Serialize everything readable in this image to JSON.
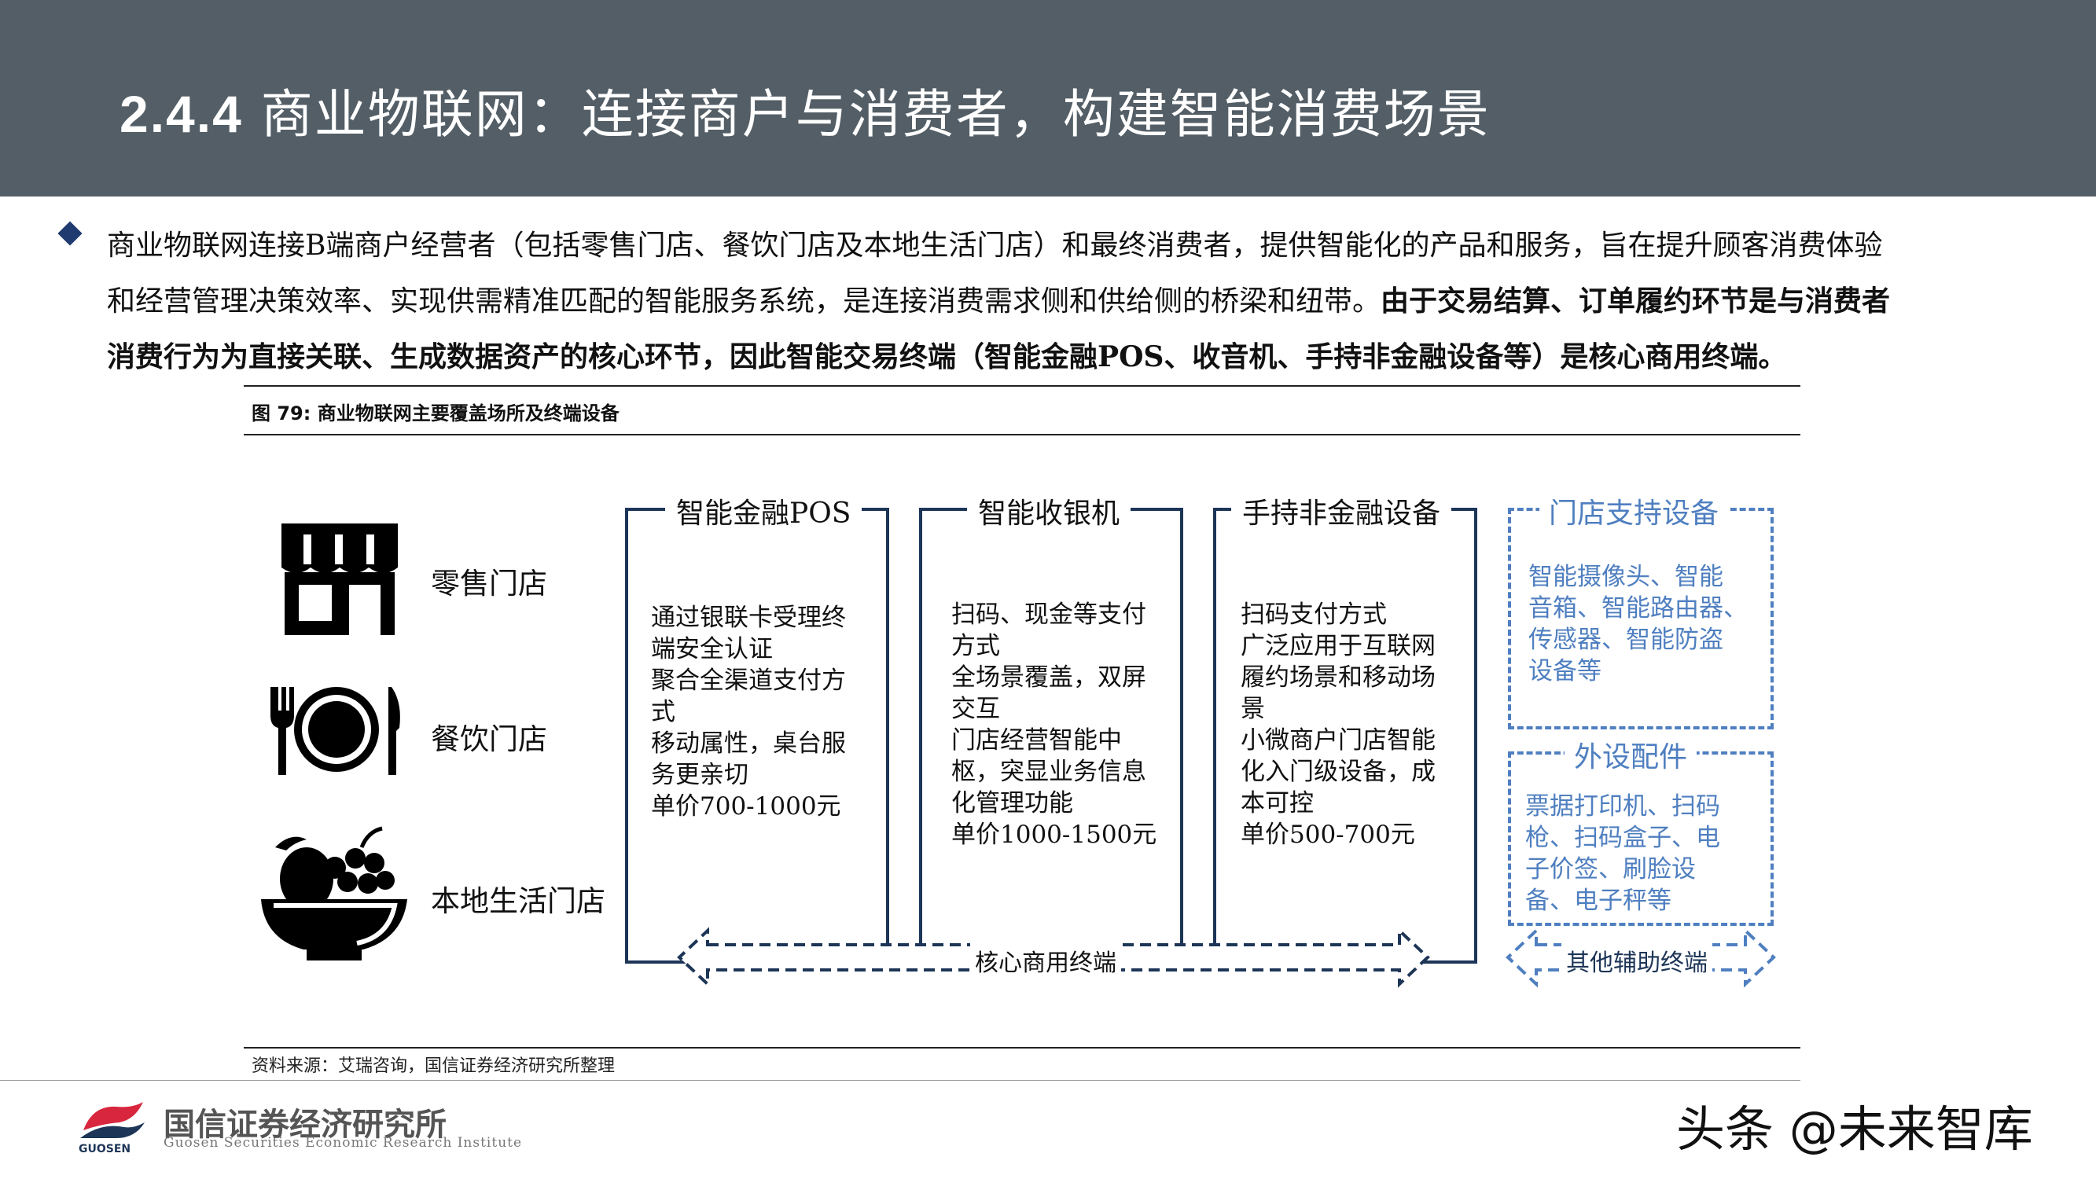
{
  "header": {
    "number": "2.4.4",
    "title": "商业物联网：连接商户与消费者，构建智能消费场景"
  },
  "intro": {
    "line1": "商业物联网连接B端商户经营者（包括零售门店、餐饮门店及本地生活门店）和最终消费者，提供智能化的产品和服务，旨在提升顾客消费体验",
    "line2_normal": "和经营管理决策效率、实现供需精准匹配的智能服务系统，是连接消费需求侧和供给侧的桥梁和纽带。",
    "line2_bold": "由于交易结算、订单履约环节是与消费者",
    "line3_bold": "消费行为为直接关联、生成数据资产的核心环节，因此智能交易终端（智能金融POS、收音机、手持非金融设备等）是核心商用终端。"
  },
  "figure": {
    "caption": "图 79:  商业物联网主要覆盖场所及终端设备",
    "categories": [
      {
        "label": "零售门店",
        "icon": "storefront-icon"
      },
      {
        "label": "餐饮门店",
        "icon": "plate-cutlery-icon"
      },
      {
        "label": "本地生活门店",
        "icon": "fruit-bowl-icon"
      }
    ],
    "core_boxes": [
      {
        "title": "智能金融POS",
        "lines": [
          "通过银联卡受理终",
          "端安全认证",
          "聚合全渠道支付方",
          "式",
          "移动属性，桌台服",
          "务更亲切",
          "单价700-1000元"
        ]
      },
      {
        "title": "智能收银机",
        "lines": [
          "扫码、现金等支付",
          "方式",
          "全场景覆盖，双屏",
          "交互",
          "门店经营智能中",
          "枢，突显业务信息",
          "化管理功能",
          "单价1000-1500元"
        ]
      },
      {
        "title": "手持非金融设备",
        "lines": [
          "扫码支付方式",
          "广泛应用于互联网",
          "履约场景和移动场",
          "景",
          "小微商户门店智能",
          "化入门级设备，成",
          "本可控",
          "单价500-700元"
        ]
      }
    ],
    "aux_boxes": [
      {
        "title": "门店支持设备",
        "lines": [
          "智能摄像头、智能",
          "音箱、智能路由器、",
          "传感器、智能防盗",
          "设备等"
        ]
      },
      {
        "title": "外设配件",
        "lines": [
          "票据打印机、扫码",
          "枪、扫码盒子、电",
          "子价签、刷脸设",
          "备、电子秤等"
        ]
      }
    ],
    "core_arrow_label": "核心商用终端",
    "aux_arrow_label": "其他辅助终端",
    "source": "资料来源：艾瑞咨询，国信证券经济研究所整理"
  },
  "footer": {
    "company": "国信证券经济研究所",
    "company_en": "Guosen Securities Economic Research Institute",
    "tag": "GUOSEN",
    "watermark": "头条 @未来智库"
  },
  "colors": {
    "header_bg": "#535e66",
    "navy": "#1d3557",
    "aux_blue": "#4f7fc0",
    "logo_red": "#d7263d"
  }
}
